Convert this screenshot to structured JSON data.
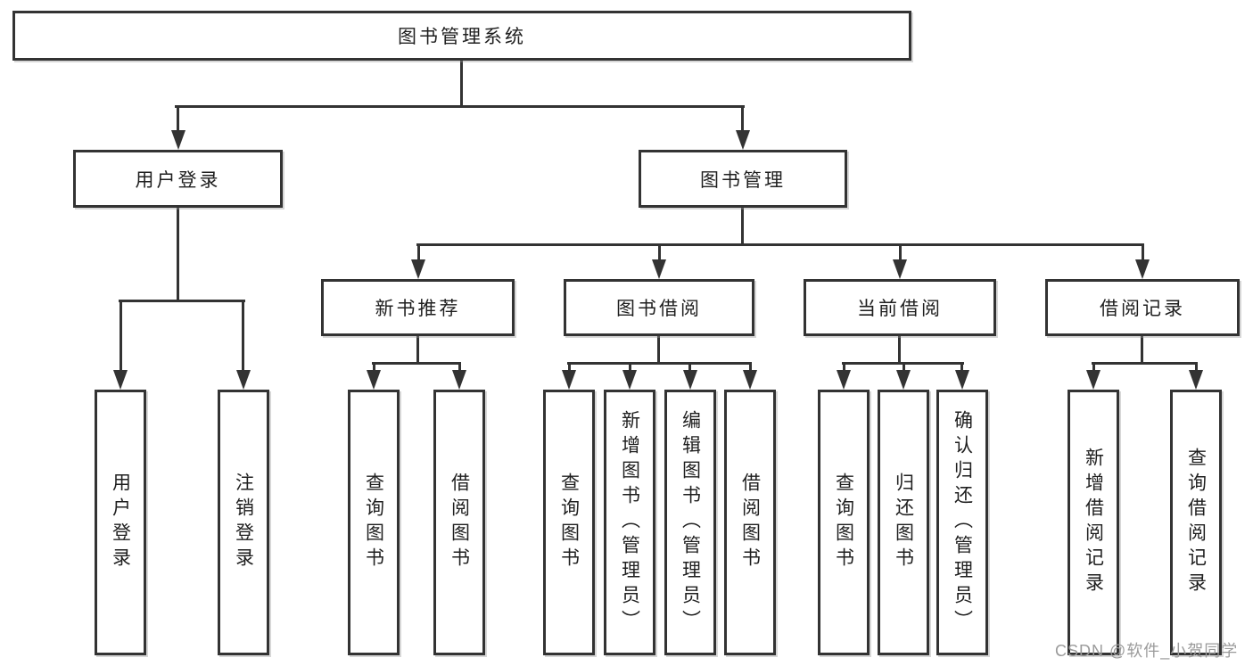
{
  "diagram": {
    "root": {
      "label": "图书管理系统"
    },
    "branches": [
      {
        "label": "用户登录",
        "children": [
          {
            "label": "用户登录"
          },
          {
            "label": "注销登录"
          }
        ]
      },
      {
        "label": "图书管理",
        "children": [
          {
            "label": "新书推荐",
            "children": [
              {
                "label": "查询图书"
              },
              {
                "label": "借阅图书"
              }
            ]
          },
          {
            "label": "图书借阅",
            "children": [
              {
                "label": "查询图书"
              },
              {
                "label": "新增图书（管理员）"
              },
              {
                "label": "编辑图书（管理员）"
              },
              {
                "label": "借阅图书"
              }
            ]
          },
          {
            "label": "当前借阅",
            "children": [
              {
                "label": "查询图书"
              },
              {
                "label": "归还图书"
              },
              {
                "label": "确认归还（管理员）"
              }
            ]
          },
          {
            "label": "借阅记录",
            "children": [
              {
                "label": "新增借阅记录"
              },
              {
                "label": "查询借阅记录"
              }
            ]
          }
        ]
      }
    ]
  },
  "watermark": {
    "text": "CSDN @软件_小贺同学"
  },
  "colors": {
    "line": "#333333",
    "box_border": "#333333",
    "background": "#ffffff",
    "text": "#1f1f1f",
    "watermark": "#9b9b9b"
  }
}
